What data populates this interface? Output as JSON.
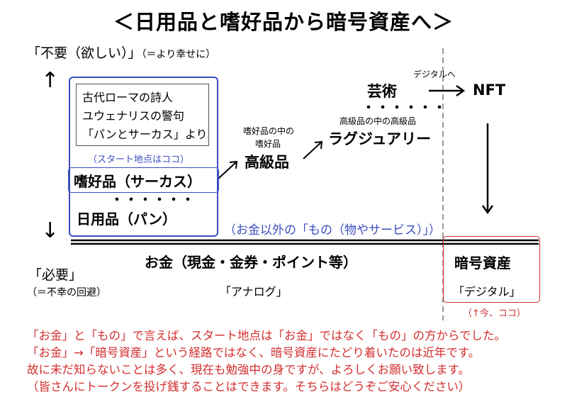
{
  "title": "＜日用品と嗜好品から暗号資産へ＞",
  "axis": {
    "need_label": "「不要（欲しい）」",
    "need_sub": "（＝より幸せに）",
    "unneed_label": "「必要」",
    "unneed_sub": "（＝不幸の回避）"
  },
  "quote": {
    "line1": "古代ローマの詩人",
    "line2": "ユウェナリスの警句",
    "line3": "「パンとサーカス」より"
  },
  "start_note": "（スタート地点はココ）",
  "nodes": {
    "circus": "嗜好品（サーカス）",
    "dots": "・・・・・・",
    "daily": "日用品（パン）",
    "luxury_small_line1": "嗜好品の中の",
    "luxury_small_line2": "嗜好品",
    "luxury_goods": "高級品",
    "luxury_brand_small": "高級品の中の高級品",
    "luxury_brand": "ラグジュアリー",
    "art_dots": "・・・・・・",
    "art": "芸術",
    "to_digital": "デジタルへ",
    "nft": "NFT"
  },
  "money_note": "（お金以外の「もの（物やサービス）」）",
  "money": "お金（現金・金券・ポイント等）",
  "analog": "「アナログ」",
  "crypto": "暗号資産",
  "digital": "「デジタル」",
  "here_now": "（↑今、ココ）",
  "footer": [
    "「お金」と「もの」で言えば、スタート地点は「お金」ではなく「もの」の方からでした。",
    "「お金」→「暗号資産」という経路ではなく、暗号資産にたどり着いたのは近年です。",
    "故に未だ知らないことは多く、現在も勉強中の身ですが、よろしくお願い致します。",
    "（皆さんにトークンを投げ銭することはできます。そちらはどうぞご安心ください）"
  ],
  "colors": {
    "blue": "#3b4dbf",
    "red": "#d32f2f",
    "black": "#000000"
  },
  "icons": [
    "arrow-up-icon",
    "arrow-down-icon",
    "arrow-right-icon"
  ]
}
